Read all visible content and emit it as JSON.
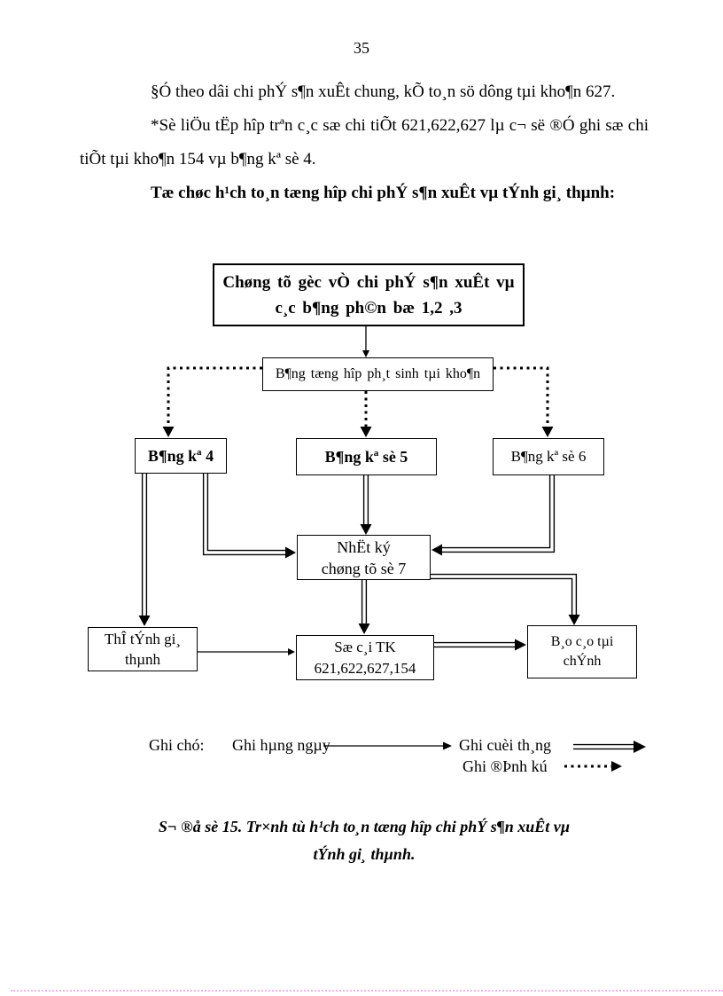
{
  "page_number": "35",
  "paragraphs": {
    "p1": "§Ó theo dâi chi phÝ s¶n xuÊt chung, kÕ to¸n sö dông tµi kho¶n 627.",
    "p2": "*Sè liÖu tËp hîp trªn c¸c sæ chi tiÕt 621,622,627 lµ c¬ së ®Ó ghi sæ chi tiÕt tµi kho¶n 154 vµ b¶ng kª sè 4.",
    "p3": "Tæ chøc h¹ch to¸n tæng hîp chi phÝ s¶n xuÊt vµ tÝnh gi¸ thµnh:"
  },
  "diagram": {
    "chung_tu_goc": {
      "line1": "Chøng tõ gèc vÒ chi phÝ s¶n xuÊt vµ",
      "line2": "c¸c b¶ng ph©n bæ 1,2 ,3"
    },
    "bang_tong_hop": {
      "line1": "B¶ng tæng hîp ph¸t sinh tµi kho¶n"
    },
    "bang_ke_4": {
      "line1": "B¶ng kª 4"
    },
    "bang_ke_5": {
      "line1": "B¶ng kª sè 5"
    },
    "bang_ke_6": {
      "line1": "B¶ng kª sè 6"
    },
    "nhat_ky_chung_tu": {
      "line1": "NhËt ký",
      "line2": "chøng tõ sè 7"
    },
    "the_tinh_gia_thanh": {
      "line1": "ThÎ tÝnh gi¸",
      "line2": "thµnh"
    },
    "so_cai": {
      "line1": "Sæ c¸i TK",
      "line2": "621,622,627,154"
    },
    "bao_cao_tai_chinh": {
      "line1": "B¸o c¸o tµi",
      "line2": "chÝnh"
    }
  },
  "legend": {
    "title": "Ghi chó:",
    "daily": "Ghi hµng ngµy",
    "monthly": "Ghi cuèi th¸ng",
    "periodic": "Ghi ®Þnh kú",
    "line_styles": {
      "daily": "thin-solid-arrow",
      "monthly": "double-line-arrow",
      "periodic": "dotted-arrow"
    }
  },
  "caption": {
    "line1": "S¬ ®å sè 15. Tr×nh tù h¹ch to¸n tæng hîp chi phÝ s¶n xuÊt vµ",
    "line2": "tÝnh gi¸ thµnh."
  },
  "colors": {
    "text": "#000000",
    "background": "#ffffff",
    "bottom_dotted_rule": "#edb3ea"
  }
}
